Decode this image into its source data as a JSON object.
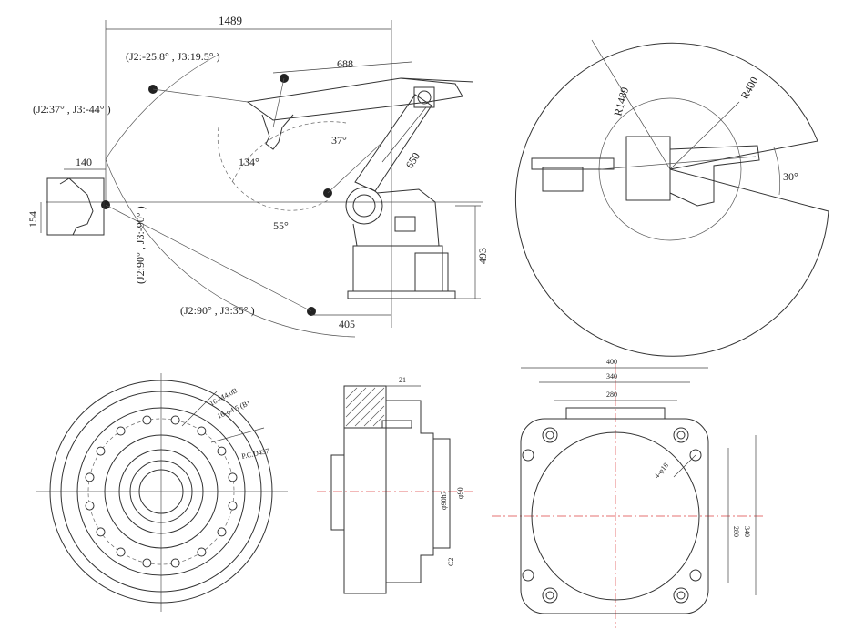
{
  "robot_side_view": {
    "dim_reach": "1489",
    "dim_arm": "688",
    "dim_forearm": "650",
    "dim_offset": "140",
    "dim_tool_height": "154",
    "dim_base_height": "493",
    "dim_base_depth": "405",
    "angle_j3": "37°",
    "angle_j2": "134°",
    "angle_low": "55°",
    "pose_top": "(J2:-25.8°  , J3:19.5°  )",
    "pose_left": "(J2:37°  , J3:-44°  )",
    "pose_vertical": "(J2:90°  , J3:-90°  )",
    "pose_bottom": "(J2:90°  , J3:35°  )"
  },
  "robot_top_view": {
    "dim_outer_radius": "R1489",
    "dim_inner_radius": "R400",
    "angle_gap": "30°"
  },
  "flange_front_view": {
    "note_holes_a": "16-M4.0B",
    "note_holes_b": "16-φ4.5 (B)",
    "note_pcd": "P.C.D437"
  },
  "flange_section_view": {
    "dim_top": "21",
    "dim_bore_a": "φ90h7",
    "dim_bore_b": "φ90",
    "dim_chamfer": "C2"
  },
  "base_plate_view": {
    "dim_width_outer": "400",
    "dim_width_mid": "340",
    "dim_width_inner": "280",
    "dim_height_inner": "280",
    "dim_height_outer": "340",
    "note_holes": "4-φ18"
  }
}
